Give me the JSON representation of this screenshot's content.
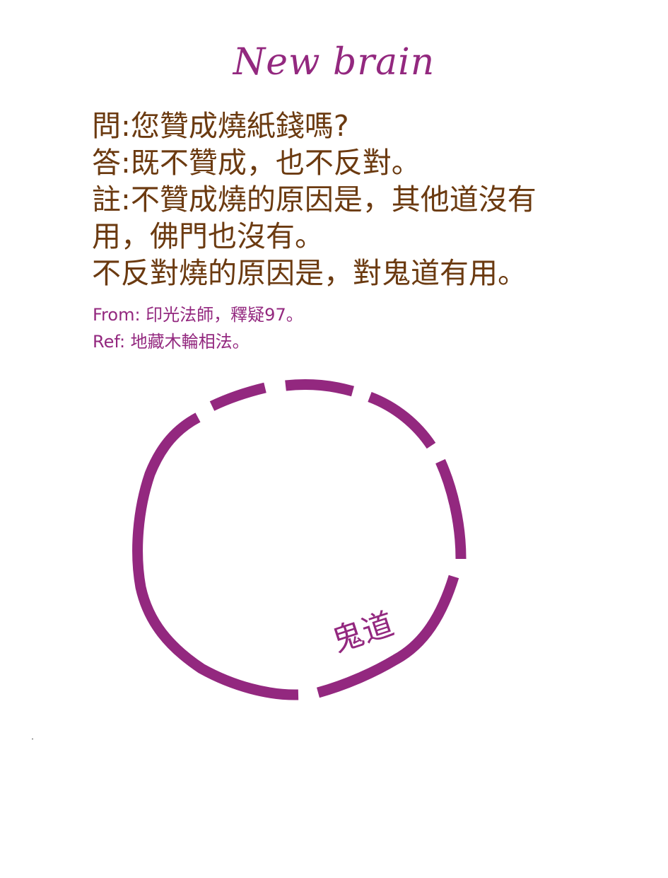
{
  "brand": {
    "title": "New brain"
  },
  "qa": {
    "lines": [
      "問:您贊成燒紙錢嗎?",
      "答:既不贊成，也不反對。",
      "註:不贊成燒的原因是，其他道沒有",
      "用，佛門也沒有。",
      "不反對燒的原因是，對鬼道有用。"
    ]
  },
  "refs": {
    "from": "From: 印光法師，釋疑97。",
    "ref": "Ref: 地藏木輪相法。"
  },
  "diagram": {
    "label": "鬼道",
    "color": "#93287f"
  }
}
